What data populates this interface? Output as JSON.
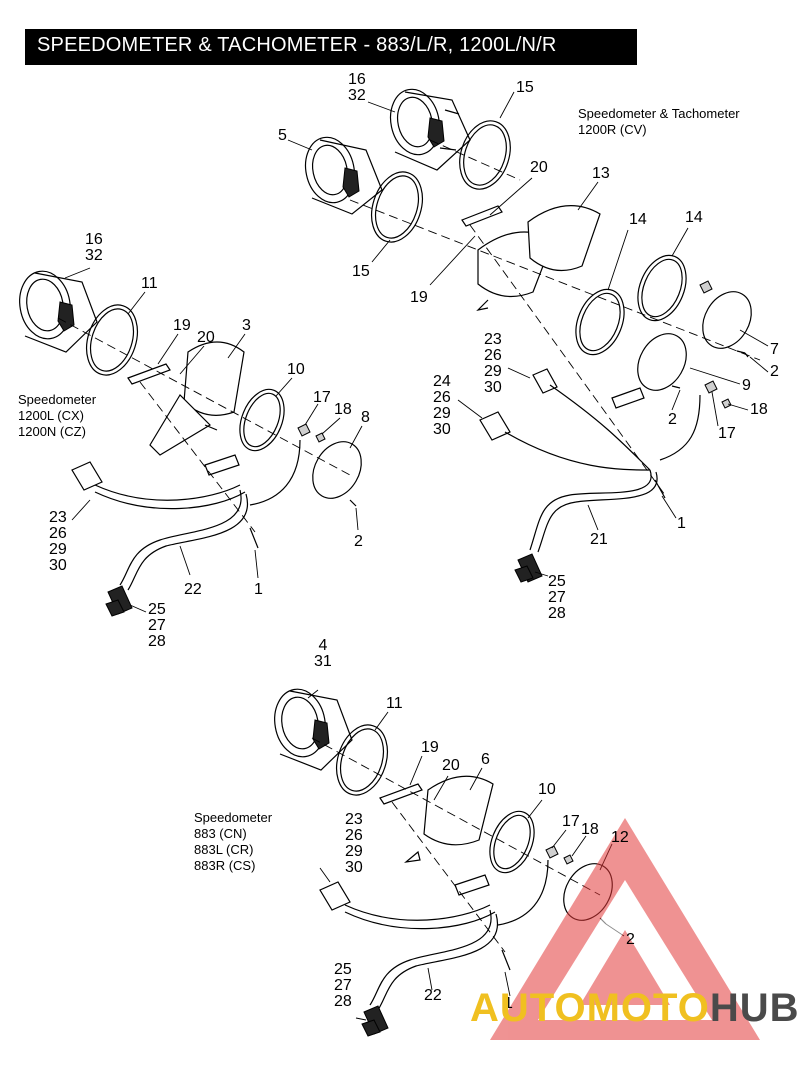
{
  "title": "SPEEDOMETER & TACHOMETER - 883/L/R, 1200L/N/R",
  "captions": [
    {
      "id": "cv",
      "lines": [
        "Speedometer & Tachometer",
        "1200R (CV)"
      ]
    },
    {
      "id": "cx",
      "lines": [
        "Speedometer",
        "1200L (CX)",
        "1200N (CZ)"
      ]
    },
    {
      "id": "cn",
      "lines": [
        "Speedometer",
        "883 (CN)",
        "883L (CR)",
        "883R (CS)"
      ]
    }
  ],
  "callouts": [
    {
      "lines": [
        "16",
        "32"
      ]
    },
    {
      "lines": [
        "15"
      ]
    },
    {
      "lines": [
        "5"
      ]
    },
    {
      "lines": [
        "20"
      ]
    },
    {
      "lines": [
        "13"
      ]
    },
    {
      "lines": [
        "14"
      ]
    },
    {
      "lines": [
        "14"
      ]
    },
    {
      "lines": [
        "15"
      ]
    },
    {
      "lines": [
        "19"
      ]
    },
    {
      "lines": [
        "7"
      ]
    },
    {
      "lines": [
        "2"
      ]
    },
    {
      "lines": [
        "9"
      ]
    },
    {
      "lines": [
        "23",
        "26",
        "29",
        "30"
      ]
    },
    {
      "lines": [
        "24",
        "26",
        "29",
        "30"
      ]
    },
    {
      "lines": [
        "2"
      ]
    },
    {
      "lines": [
        "18"
      ]
    },
    {
      "lines": [
        "17"
      ]
    },
    {
      "lines": [
        "1"
      ]
    },
    {
      "lines": [
        "21"
      ]
    },
    {
      "lines": [
        "25",
        "27",
        "28"
      ]
    },
    {
      "lines": [
        "16",
        "32"
      ]
    },
    {
      "lines": [
        "11"
      ]
    },
    {
      "lines": [
        "19"
      ]
    },
    {
      "lines": [
        "20"
      ]
    },
    {
      "lines": [
        "3"
      ]
    },
    {
      "lines": [
        "10"
      ]
    },
    {
      "lines": [
        "17"
      ]
    },
    {
      "lines": [
        "18"
      ]
    },
    {
      "lines": [
        "8"
      ]
    },
    {
      "lines": [
        "2"
      ]
    },
    {
      "lines": [
        "23",
        "26",
        "29",
        "30"
      ]
    },
    {
      "lines": [
        "22"
      ]
    },
    {
      "lines": [
        "1"
      ]
    },
    {
      "lines": [
        "25",
        "27",
        "28"
      ]
    },
    {
      "lines": [
        "4",
        "31"
      ]
    },
    {
      "lines": [
        "11"
      ]
    },
    {
      "lines": [
        "19"
      ]
    },
    {
      "lines": [
        "20"
      ]
    },
    {
      "lines": [
        "6"
      ]
    },
    {
      "lines": [
        "10"
      ]
    },
    {
      "lines": [
        "17"
      ]
    },
    {
      "lines": [
        "18"
      ]
    },
    {
      "lines": [
        "12"
      ]
    },
    {
      "lines": [
        "2"
      ]
    },
    {
      "lines": [
        "23",
        "26",
        "29",
        "30"
      ]
    },
    {
      "lines": [
        "22"
      ]
    },
    {
      "lines": [
        "1"
      ]
    },
    {
      "lines": [
        "25",
        "27",
        "28"
      ]
    }
  ],
  "watermark": {
    "part_a": "AUTOMOTO",
    "part_b": "HUB",
    "color_a": "#f0c020",
    "color_b": "#4a4a4a",
    "triangle_color": "#e23a3a"
  }
}
